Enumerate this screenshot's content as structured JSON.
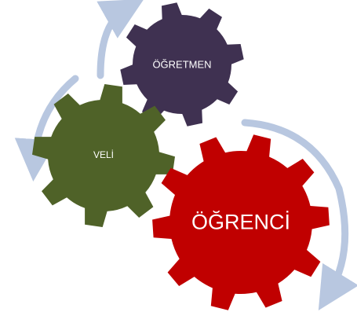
{
  "diagram": {
    "gears": [
      {
        "label": "ÖĞRETMEN",
        "color": "#3f3151",
        "teeth": 8
      },
      {
        "label": "VELİ",
        "color": "#4f6228",
        "teeth": 8
      },
      {
        "label": "ÖĞRENCİ",
        "color": "#c00000",
        "teeth": 10
      }
    ],
    "arrow_color": "#b8c7e0"
  }
}
